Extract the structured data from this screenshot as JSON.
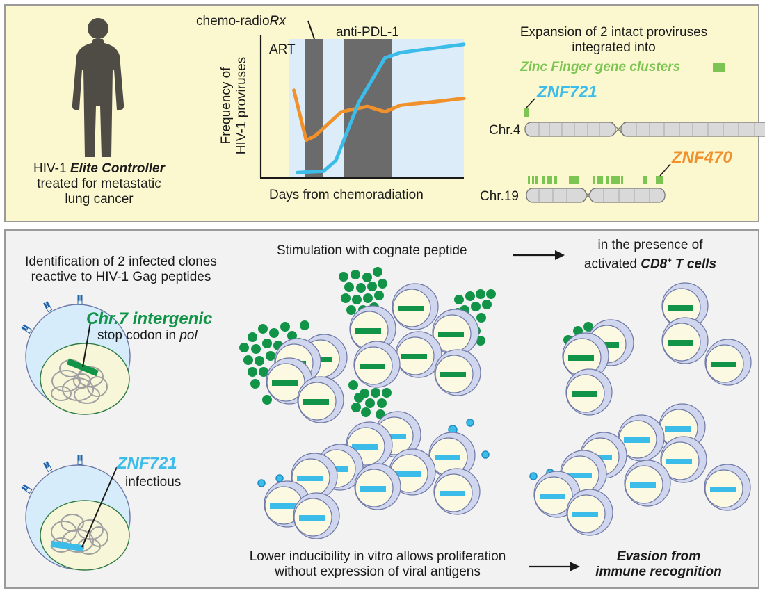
{
  "colors": {
    "top_panel_bg": "#fbf7cf",
    "bottom_panel_bg": "#f2f2f2",
    "green": "#119447",
    "light_green": "#7cc552",
    "blue": "#3cbde9",
    "orange": "#f0912b",
    "chart_shade": "#dcedf9",
    "dark_band": "#6b6b6b",
    "silhouette": "#4f4c45"
  },
  "patient": {
    "line1_prefix": "HIV-1 ",
    "line1_bold": "Elite Controller",
    "line2": "treated for metastatic",
    "line3": "lung cancer"
  },
  "chart": {
    "label_chemo_prefix": "chemo-radio",
    "label_chemo_italic": "Rx",
    "label_pdl1": "anti-PDL-1",
    "label_art": "ART",
    "ylabel_line1": "Frequency of",
    "ylabel_line2": "HIV-1 proviruses",
    "xlabel": "Days from chemoradiation"
  },
  "chart_data": {
    "type": "line",
    "xlabel": "Days from chemoradiation",
    "ylabel": "Frequency of HIV-1 proviruses",
    "shaded_regions": [
      "ART",
      "chemo-radioRx",
      "anti-PDL-1"
    ],
    "series": [
      {
        "name": "ZNF721",
        "color": "#3cbde9",
        "points": [
          [
            0.05,
            0.03
          ],
          [
            0.2,
            0.04
          ],
          [
            0.27,
            0.12
          ],
          [
            0.4,
            0.55
          ],
          [
            0.55,
            0.88
          ],
          [
            0.64,
            0.92
          ],
          [
            1.0,
            0.98
          ]
        ]
      },
      {
        "name": "ZNF470",
        "color": "#f0912b",
        "points": [
          [
            0.03,
            0.64
          ],
          [
            0.1,
            0.27
          ],
          [
            0.15,
            0.3
          ],
          [
            0.3,
            0.48
          ],
          [
            0.45,
            0.52
          ],
          [
            0.55,
            0.48
          ],
          [
            0.64,
            0.53
          ],
          [
            0.8,
            0.55
          ],
          [
            1.0,
            0.58
          ]
        ]
      }
    ]
  },
  "chromosomes": {
    "title_line1": "Expansion of 2 intact proviruses",
    "title_line2": "integrated into",
    "legend_label": "Zinc Finger gene clusters",
    "gene1": "ZNF721",
    "gene2": "ZNF470",
    "chr4_label": "Chr.4",
    "chr19_label": "Chr.19"
  },
  "bottom": {
    "identification_line1": "Identification of 2 infected clones",
    "identification_line2": "reactive to HIV-1 Gag peptides",
    "chr7_label": "Chr.7 intergenic",
    "chr7_sub_prefix": "stop codon in ",
    "chr7_sub_italic": "pol",
    "znf721_label": "ZNF721",
    "znf721_sub": "infectious",
    "stimulation": "Stimulation with cognate peptide",
    "presence_line1": "in the presence of",
    "presence_line2_prefix": "activated ",
    "presence_line2_bold": "CD8",
    "presence_line2_sup": "+",
    "presence_line2_bold2": " T cells",
    "lower_line1": "Lower inducibility in vitro allows proliferation",
    "lower_line2": "without expression of viral antigens",
    "evasion_line1": "Evasion from",
    "evasion_line2": "immune recognition"
  }
}
